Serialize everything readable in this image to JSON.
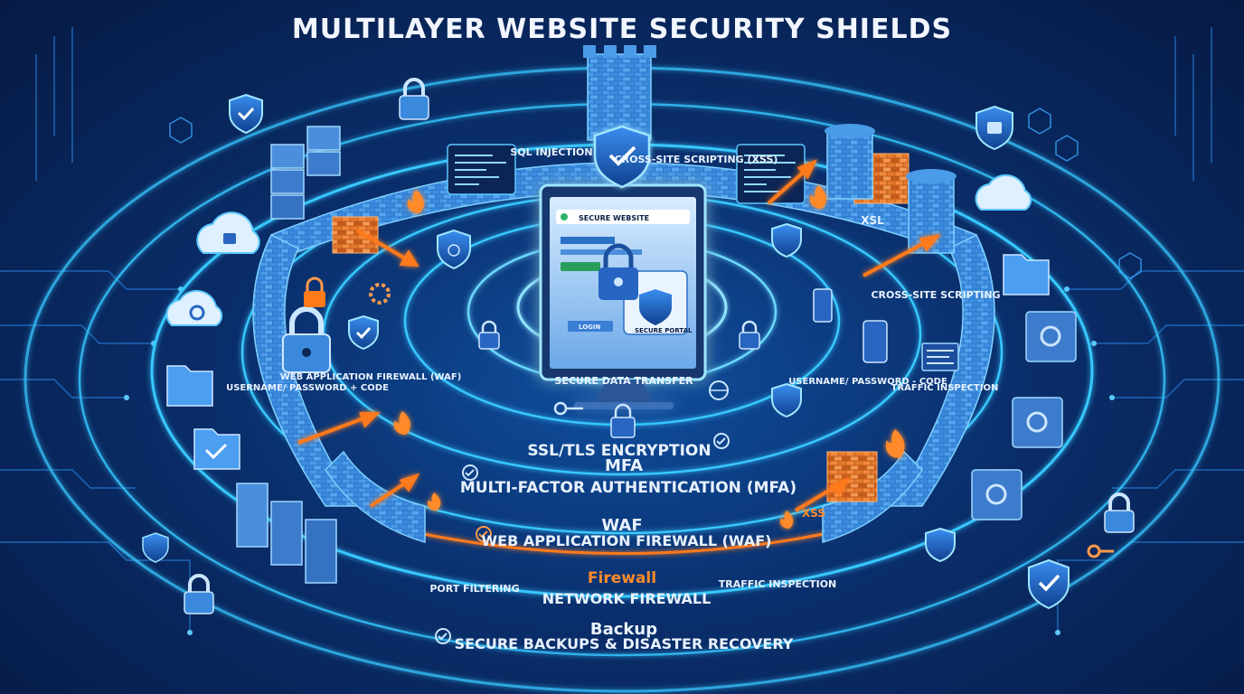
{
  "title": "MULTILAYER WEBSITE SECURITY SHIELDS",
  "colors": {
    "background": "#0a2e6b",
    "ring_glow": "#37c8ff",
    "wall": "#2f7fd6",
    "accent_orange": "#ff7a1a",
    "text": "#e8f2ff"
  },
  "layers": [
    {
      "tag": "",
      "name": "SSL/TLS ENCRYPTION"
    },
    {
      "tag": "MFA",
      "name": "MULTI-FACTOR AUTHENTICATION (MFA)"
    },
    {
      "tag": "WAF",
      "name": "WEB APPLICATION FIREWALL (WAF)"
    },
    {
      "tag": "Firewall",
      "name": "NETWORK FIREWALL"
    },
    {
      "tag": "Backup",
      "name": "SECURE BACKUPS & DISASTER RECOVERY"
    }
  ],
  "threats": {
    "sql": "SQL INJECTION",
    "xss_top": "CROSS-SITE SCRIPTING (XSS)",
    "xsl": "XSL",
    "xss_right": "CROSS-SITE SCRIPTING",
    "xss_small": "XSS"
  },
  "feature_labels": {
    "left_login": "USERNAME/ PASSWORD + CODE",
    "left_waf": "WEB APPLICATION FIREWALL (WAF)",
    "right_login": "USERNAME/ PASSWORD - CODE",
    "traffic_right": "TRAFFIC INSPECTION",
    "port_filtering": "PORT FILTERING",
    "traffic_bottom": "TRAFFIC INSPECTION",
    "secure_transfer": "SECURE DATA TRANSFER"
  },
  "monitor": {
    "url_text": "SECURE WEBSITE",
    "button_text": "LOGIN",
    "portal_text": "SECURE PORTAL"
  },
  "icons": [
    "shield-check-icon",
    "padlock-icon",
    "cloud-lock-icon",
    "server-icon",
    "folder-icon",
    "safe-icon",
    "fingerprint-icon",
    "flame-icon",
    "key-icon",
    "phone-icon",
    "gear-icon"
  ]
}
